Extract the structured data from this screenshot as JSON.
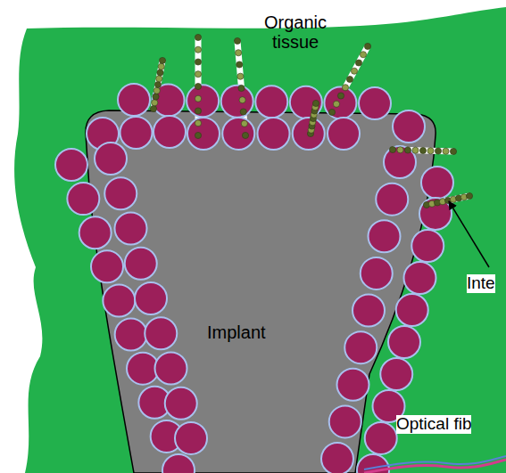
{
  "diagram": {
    "nodes": [
      {
        "text": [
          "Organic tissue"
        ]
      },
      {
        "text": [
          "Implant"
        ],
        "in": 0
      }
    ],
    "labels": [
      "Inte",
      "Optical fib"
    ]
  }
}
